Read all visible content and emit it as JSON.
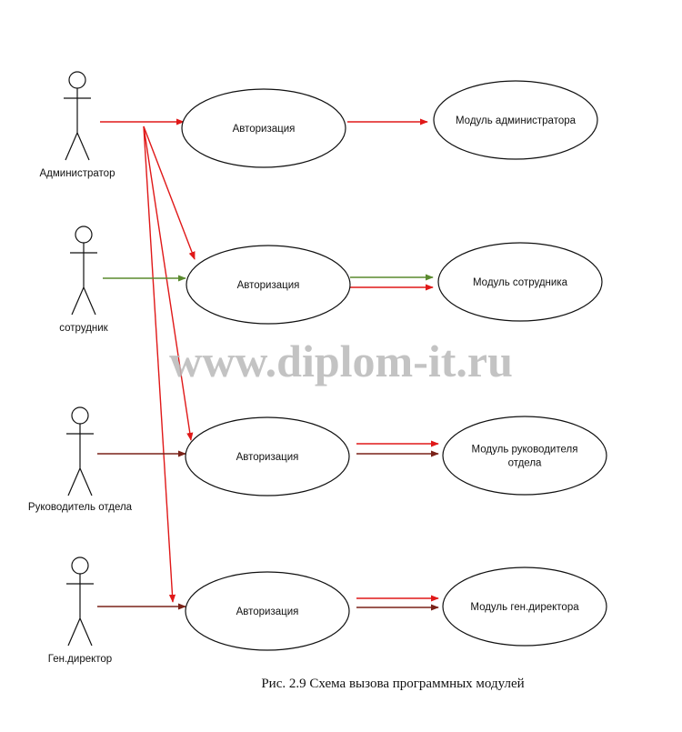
{
  "diagram": {
    "actors": [
      {
        "id": "admin",
        "label": "Администратор"
      },
      {
        "id": "employee",
        "label": "сотрудник"
      },
      {
        "id": "head",
        "label": "Руководитель отдела"
      },
      {
        "id": "director",
        "label": "Ген.директор"
      }
    ],
    "auth_nodes": [
      {
        "id": "auth1",
        "label": "Авторизация"
      },
      {
        "id": "auth2",
        "label": "Авторизация"
      },
      {
        "id": "auth3",
        "label": "Авторизация"
      },
      {
        "id": "auth4",
        "label": "Авторизация"
      }
    ],
    "module_nodes": [
      {
        "id": "mod1",
        "lines": [
          "Модуль администратора"
        ]
      },
      {
        "id": "mod2",
        "lines": [
          "Модуль сотрудника"
        ]
      },
      {
        "id": "mod3",
        "lines": [
          "Модуль руководителя",
          "отдела"
        ]
      },
      {
        "id": "mod4",
        "lines": [
          "Модуль ген.директора"
        ]
      }
    ],
    "edges": [
      {
        "from": "admin",
        "to": "auth1",
        "color": "#e01818"
      },
      {
        "from": "admin",
        "to": "auth2",
        "color": "#e01818"
      },
      {
        "from": "admin",
        "to": "auth3",
        "color": "#e01818"
      },
      {
        "from": "admin",
        "to": "auth4",
        "color": "#e01818"
      },
      {
        "from": "employee",
        "to": "auth2",
        "color": "#5a8a2e"
      },
      {
        "from": "head",
        "to": "auth3",
        "color": "#7a2218"
      },
      {
        "from": "director",
        "to": "auth4",
        "color": "#7a2218"
      },
      {
        "from": "auth1",
        "to": "mod1",
        "color": "#e01818"
      },
      {
        "from": "auth2",
        "to": "mod2",
        "color": "#5a8a2e"
      },
      {
        "from": "auth2",
        "to": "mod2",
        "color": "#e01818"
      },
      {
        "from": "auth3",
        "to": "mod3",
        "color": "#e01818"
      },
      {
        "from": "auth3",
        "to": "mod3",
        "color": "#7a2218"
      },
      {
        "from": "auth4",
        "to": "mod4",
        "color": "#e01818"
      },
      {
        "from": "auth4",
        "to": "mod4",
        "color": "#7a2218"
      }
    ],
    "colors": {
      "admin_flow": "#e01818",
      "employee_flow": "#5a8a2e",
      "role_flow": "#7a2218",
      "outline": "#111111"
    }
  },
  "watermark": "www.diplom-it.ru",
  "caption": "Рис. 2.9 Схема вызова программных модулей"
}
